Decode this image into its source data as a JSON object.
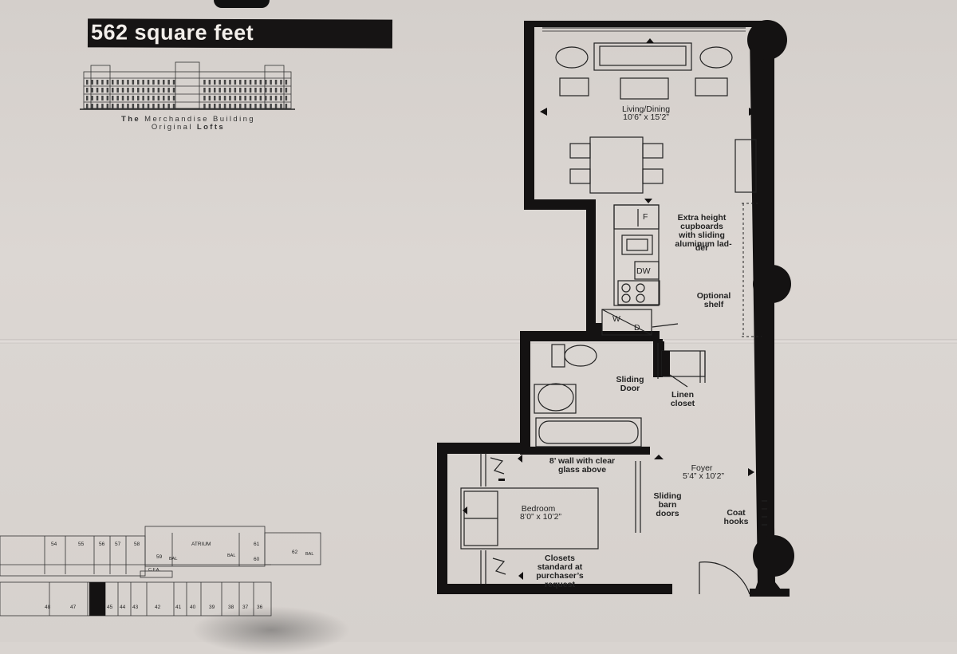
{
  "header": {
    "square_feet": "562 square feet"
  },
  "building": {
    "line1_prefix": "The",
    "line1_rest": "Merchandise Building",
    "line2_prefix": "Original",
    "line2_bold": "Lofts"
  },
  "rooms": {
    "living_name": "Living/Dining",
    "living_dims": "10’6” x 15’2”",
    "bedroom_name": "Bedroom",
    "bedroom_dims": "8’0” x 10’2”",
    "foyer_name": "Foyer",
    "foyer_dims": "5’4” x 10’2”"
  },
  "notes": {
    "cupboards": [
      "Extra height",
      "cupboards",
      "with sliding",
      "aluminum lad-",
      "der"
    ],
    "optional_shelf": [
      "Optional",
      "shelf"
    ],
    "sliding_door": [
      "Sliding",
      "Door"
    ],
    "linen_closet": [
      "Linen",
      "closet"
    ],
    "glass_wall": [
      "8’ wall with clear",
      "glass above"
    ],
    "barn_doors": [
      "Sliding",
      "barn",
      "doors"
    ],
    "coat_hooks": [
      "Coat",
      "hooks"
    ],
    "closets": [
      "Closets",
      "standard at",
      "purchaser’s",
      "request"
    ]
  },
  "appliances": {
    "fridge": "F",
    "dishwasher": "DW",
    "washer": "W",
    "dryer": "D"
  },
  "keyplan": {
    "units_top": [
      "54",
      "55",
      "56",
      "57",
      "58",
      "59",
      "61",
      "60",
      "62"
    ],
    "atrium": "ATRIUM",
    "bal": "BAL",
    "cfa": "C.F.A.",
    "units_bottom": [
      "48",
      "47",
      "45",
      "44",
      "43",
      "42",
      "41",
      "40",
      "39",
      "38",
      "37",
      "36"
    ]
  },
  "colors": {
    "wall": "#141212",
    "paper": "#d9d4d0",
    "ink": "#222222"
  }
}
